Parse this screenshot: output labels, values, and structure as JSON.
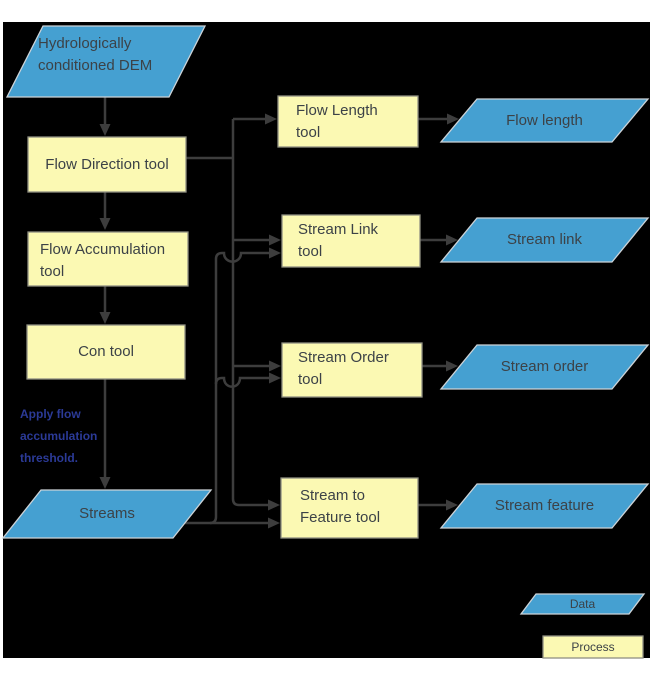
{
  "diagram": {
    "type": "flowchart",
    "nodes": {
      "dem": {
        "label": "Hydrologically\nconditioned DEM",
        "kind": "data"
      },
      "flow_direction_tool": {
        "label": "Flow Direction tool",
        "kind": "process"
      },
      "flow_accumulation_tool": {
        "label": "Flow Accumulation\ntool",
        "kind": "process"
      },
      "con_tool": {
        "label": "Con tool",
        "kind": "process"
      },
      "streams": {
        "label": "Streams",
        "kind": "data"
      },
      "flow_length_tool": {
        "label": "Flow Length\ntool",
        "kind": "process"
      },
      "stream_link_tool": {
        "label": "Stream Link\ntool",
        "kind": "process"
      },
      "stream_order_tool": {
        "label": "Stream Order\ntool",
        "kind": "process"
      },
      "stream_to_feature_tool": {
        "label": "Stream to\nFeature tool",
        "kind": "process"
      },
      "flow_length": {
        "label": "Flow length",
        "kind": "data"
      },
      "stream_link": {
        "label": "Stream link",
        "kind": "data"
      },
      "stream_order": {
        "label": "Stream order",
        "kind": "data"
      },
      "stream_feature": {
        "label": "Stream feature",
        "kind": "data"
      }
    },
    "edges": [
      {
        "from": "dem",
        "to": "flow_direction_tool"
      },
      {
        "from": "flow_direction_tool",
        "to": "flow_accumulation_tool"
      },
      {
        "from": "flow_accumulation_tool",
        "to": "con_tool"
      },
      {
        "from": "con_tool",
        "to": "streams",
        "note": "Apply flow accumulation threshold."
      },
      {
        "from": "flow_direction_tool",
        "to": "flow_length_tool"
      },
      {
        "from": "flow_direction_tool",
        "to": "stream_link_tool"
      },
      {
        "from": "flow_direction_tool",
        "to": "stream_order_tool"
      },
      {
        "from": "flow_direction_tool",
        "to": "stream_to_feature_tool"
      },
      {
        "from": "streams",
        "to": "stream_link_tool"
      },
      {
        "from": "streams",
        "to": "stream_order_tool"
      },
      {
        "from": "streams",
        "to": "stream_to_feature_tool"
      },
      {
        "from": "flow_length_tool",
        "to": "flow_length"
      },
      {
        "from": "stream_link_tool",
        "to": "stream_link"
      },
      {
        "from": "stream_order_tool",
        "to": "stream_order"
      },
      {
        "from": "stream_to_feature_tool",
        "to": "stream_feature"
      }
    ],
    "annotation": {
      "text": "Apply flow\naccumulation\nthreshold."
    },
    "legend": {
      "data_label": "Data",
      "process_label": "Process"
    },
    "colors": {
      "data_fill": "#45a0d1",
      "process_fill": "#fbf9b3",
      "connector": "#3d3d3d",
      "annotation_text": "#2b3a97",
      "canvas": "#000000",
      "label_text": "#3c4247"
    }
  }
}
